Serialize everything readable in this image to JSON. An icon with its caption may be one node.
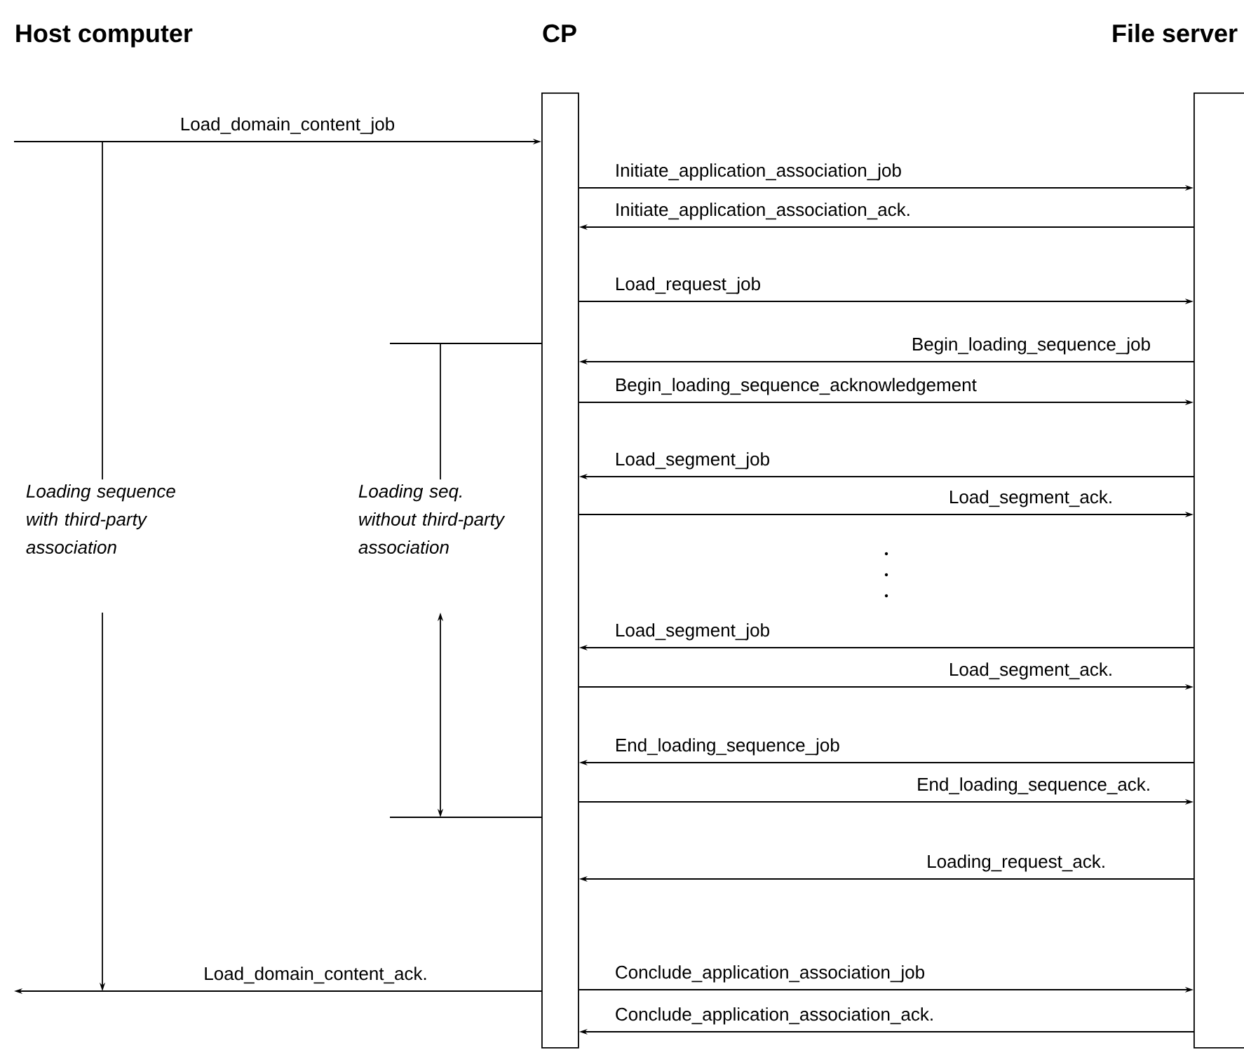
{
  "diagram": {
    "nodes": [
      {
        "text": [
          "CP"
        ]
      },
      {
        "text": [
          "File server"
        ]
      }
    ],
    "edges": [
      {
        "from": null,
        "to": 0,
        "arrow": "to",
        "label": "Load_domain_content_job"
      },
      {
        "from": 0,
        "to": 1,
        "arrow": "to",
        "label": "Initiate_application_association_job"
      },
      {
        "from": 1,
        "to": 0,
        "arrow": "to",
        "label": "Initiate_application_association_ack."
      },
      {
        "from": 0,
        "to": 1,
        "arrow": "to",
        "label": "Load_request_job"
      },
      {
        "from": 1,
        "to": 0,
        "arrow": "to",
        "label": "Begin_loading_sequence_job"
      },
      {
        "from": 0,
        "to": 1,
        "arrow": "to",
        "label": "Begin_loading_sequence_acknowledgement"
      },
      {
        "from": 1,
        "to": 0,
        "arrow": "to",
        "label": "Load_segment_job"
      },
      {
        "from": 0,
        "to": 1,
        "arrow": "to",
        "label": "Load_segment_ack."
      },
      {
        "from": 1,
        "to": 0,
        "arrow": "to",
        "label": "Load_segment_job"
      },
      {
        "from": 0,
        "to": 1,
        "arrow": "to",
        "label": "Load_segment_ack."
      },
      {
        "from": 1,
        "to": 0,
        "arrow": "to",
        "label": "End_loading_sequence_job"
      },
      {
        "from": 0,
        "to": 1,
        "arrow": "to",
        "label": "End_loading_sequence_ack."
      },
      {
        "from": 1,
        "to": 0,
        "arrow": "to",
        "label": "Loading_request_ack."
      },
      {
        "from": 0,
        "to": 1,
        "arrow": "to",
        "label": "Conclude_application_association_job"
      },
      {
        "from": 0,
        "to": null,
        "arrow": "to",
        "label": "Load_domain_content_ack."
      },
      {
        "from": 1,
        "to": 0,
        "arrow": "to",
        "label": "Conclude_application_association_ack."
      }
    ],
    "labels": [
      "Host computer",
      "Loading sequence with third-party association",
      "Loading seq. without third-party association"
    ]
  }
}
